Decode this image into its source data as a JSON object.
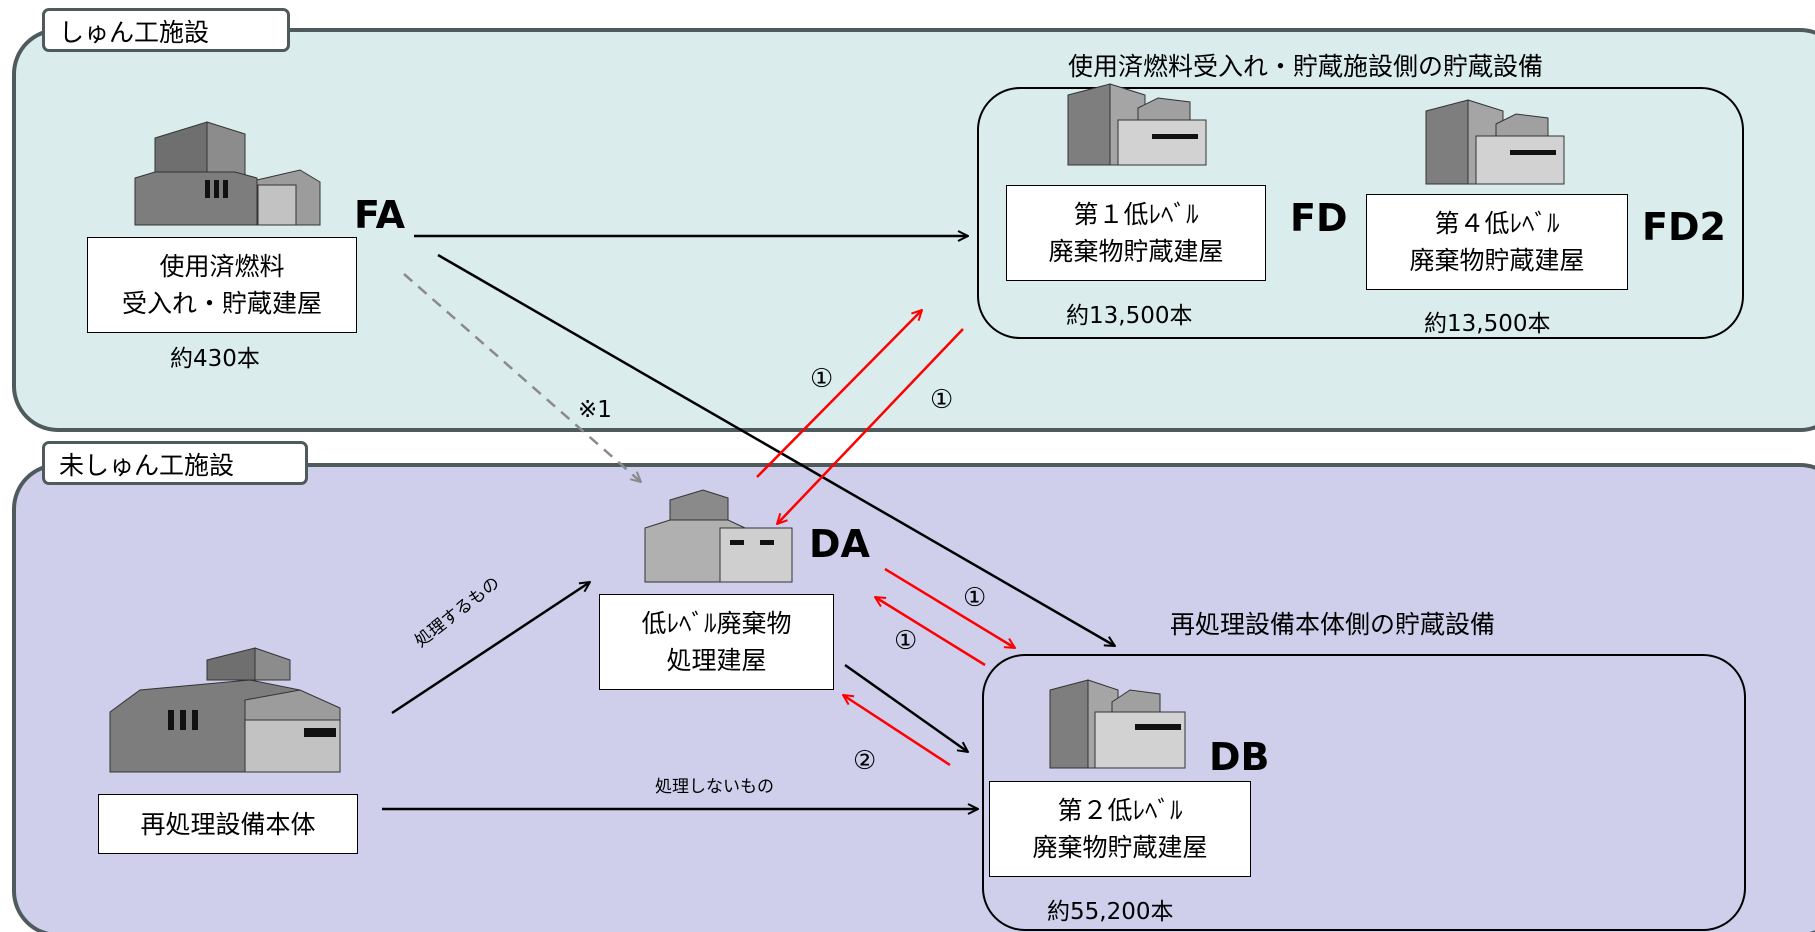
{
  "colors": {
    "shunko_bg": "#daecec",
    "mishunko_bg": "#cfcfec",
    "frame": "#4f5a5c",
    "red_arrow": "#ff0000",
    "dashed_arrow": "#8a8a8a"
  },
  "sections": {
    "shunko": "しゅん工施設",
    "mishunko": "未しゅん工施設"
  },
  "groups": {
    "spent_fuel_storage": "使用済燃料受入れ・貯蔵施設側の貯蔵設備",
    "reprocessing_storage": "再処理設備本体側の貯蔵設備"
  },
  "buildings": {
    "fa": {
      "code": "FA",
      "line1": "使用済燃料",
      "line2": "受入れ・貯蔵建屋",
      "count": "約430本"
    },
    "fd": {
      "code": "FD",
      "line1": "第１低ﾚﾍﾞﾙ",
      "line2": "廃棄物貯蔵建屋",
      "count": "約13,500本"
    },
    "fd2": {
      "code": "FD2",
      "line1": "第４低ﾚﾍﾞﾙ",
      "line2": "廃棄物貯蔵建屋",
      "count": "約13,500本"
    },
    "da": {
      "code": "DA",
      "line1": "低ﾚﾍﾞﾙ廃棄物",
      "line2": "処理建屋"
    },
    "db": {
      "code": "DB",
      "line1": "第２低ﾚﾍﾞﾙ",
      "line2": "廃棄物貯蔵建屋",
      "count": "約55,200本"
    },
    "main": {
      "label": "再処理設備本体"
    }
  },
  "flow_labels": {
    "to_process": "処理するもの",
    "not_process": "処理しないもの",
    "note1": "※1",
    "mark1": "①",
    "mark2": "②"
  },
  "icons": [
    "building-icon"
  ]
}
